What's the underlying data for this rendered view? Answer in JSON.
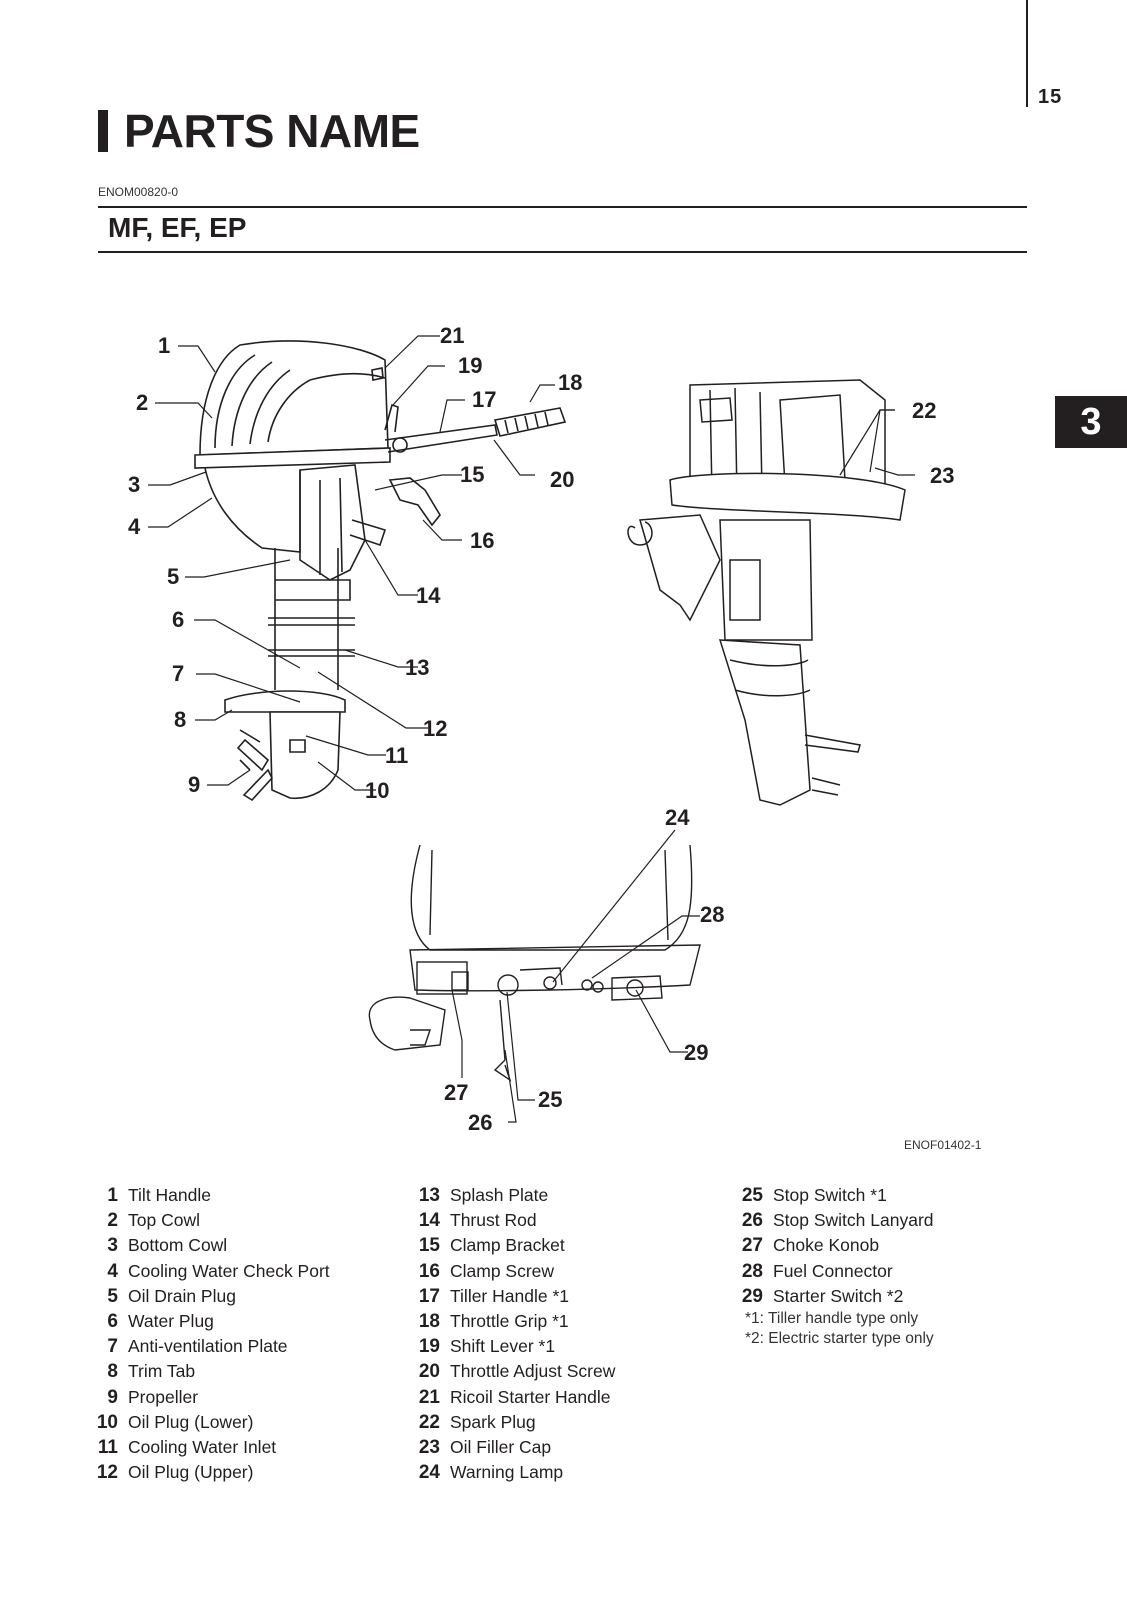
{
  "page_number": "15",
  "title": "PARTS NAME",
  "doc_code": "ENOM00820-0",
  "subtitle": "MF, EF, EP",
  "chapter": "3",
  "figure_code": "ENOF01402-1",
  "callouts": [
    "1",
    "2",
    "3",
    "4",
    "5",
    "6",
    "7",
    "8",
    "9",
    "10",
    "11",
    "12",
    "13",
    "14",
    "15",
    "16",
    "17",
    "18",
    "19",
    "20",
    "21",
    "22",
    "23",
    "24",
    "25",
    "26",
    "27",
    "28",
    "29"
  ],
  "parts": [
    {
      "num": "1",
      "name": "Tilt Handle"
    },
    {
      "num": "2",
      "name": "Top Cowl"
    },
    {
      "num": "3",
      "name": "Bottom Cowl"
    },
    {
      "num": "4",
      "name": "Cooling Water  Check Port"
    },
    {
      "num": "5",
      "name": "Oil Drain Plug"
    },
    {
      "num": "6",
      "name": "Water Plug"
    },
    {
      "num": "7",
      "name": "Anti-ventilation Plate"
    },
    {
      "num": "8",
      "name": "Trim Tab"
    },
    {
      "num": "9",
      "name": "Propeller"
    },
    {
      "num": "10",
      "name": "Oil Plug (Lower)"
    },
    {
      "num": "11",
      "name": "Cooling Water Inlet"
    },
    {
      "num": "12",
      "name": "Oil Plug (Upper)"
    },
    {
      "num": "13",
      "name": "Splash Plate"
    },
    {
      "num": "14",
      "name": "Thrust Rod"
    },
    {
      "num": "15",
      "name": "Clamp Bracket"
    },
    {
      "num": "16",
      "name": "Clamp Screw"
    },
    {
      "num": "17",
      "name": "Tiller Handle *1"
    },
    {
      "num": "18",
      "name": "Throttle Grip *1"
    },
    {
      "num": "19",
      "name": "Shift Lever *1"
    },
    {
      "num": "20",
      "name": "Throttle Adjust Screw"
    },
    {
      "num": "21",
      "name": "Ricoil Starter Handle"
    },
    {
      "num": "22",
      "name": "Spark Plug"
    },
    {
      "num": "23",
      "name": "Oil Filler Cap"
    },
    {
      "num": "24",
      "name": "Warning Lamp"
    },
    {
      "num": "25",
      "name": "Stop Switch *1"
    },
    {
      "num": "26",
      "name": "Stop Switch Lanyard"
    },
    {
      "num": "27",
      "name": "Choke Konob"
    },
    {
      "num": "28",
      "name": "Fuel Connector"
    },
    {
      "num": "29",
      "name": "Starter Switch *2"
    }
  ],
  "notes": [
    "*1: Tiller handle type only",
    "*2: Electric starter type only"
  ]
}
